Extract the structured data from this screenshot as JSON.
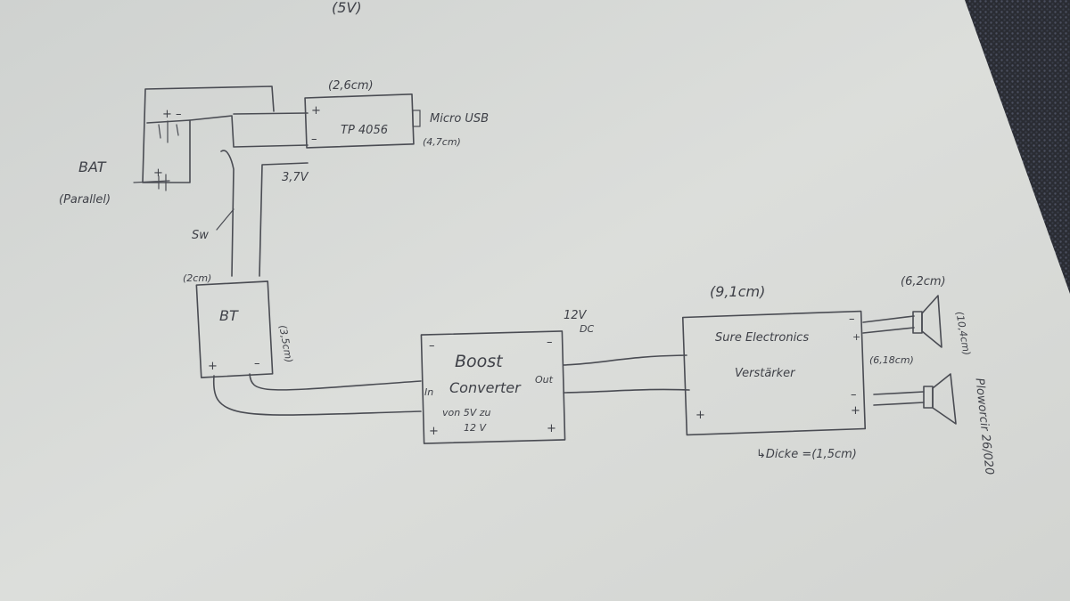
{
  "labels": {
    "top_cut": "(5V)",
    "tp_size": "(2,6cm)",
    "tp_plus": "+",
    "tp_minus": "–",
    "tp_name": "TP 4056",
    "usb_line1": "Micro USB",
    "usb_line2": "(4,7cm)",
    "v37": "3,7V",
    "bat_plusminus": "+ –",
    "bat_small_minus": "–",
    "bat_small_plus": "+",
    "bat_name": "BAT",
    "bat_sub": "(Parallel)",
    "sw": "Sw",
    "bt_size": "(2cm)",
    "bt_name": "BT",
    "bt_side": "(3,5cm)",
    "bt_plus": "+",
    "bt_minus": "–",
    "v12": "12V",
    "dc": "DC",
    "boost_title": "Boost",
    "boost_name": "Converter",
    "boost_in": "In",
    "boost_out": "Out",
    "boost_spec1": "von 5V zu",
    "boost_spec2": "12 V",
    "boost_plus_l": "+",
    "boost_plus_r": "+",
    "boost_minus_l": "–",
    "boost_minus_r": "–",
    "amp_size": "(9,1cm)",
    "amp_name1": "Sure Electronics",
    "amp_name2": "Verstärker",
    "amp_plus": "+",
    "amp_minus_tr": "–",
    "amp_plus_tr": "+",
    "amp_minus_br": "–",
    "amp_plus_br": "+",
    "amp_depth": "↳Dicke =(1,5cm)",
    "spk_size": "(6,2cm)",
    "spk_depth": "(10,4cm)",
    "amp_right": "(6,18cm)",
    "side_note": "Ploworcir 26/020"
  },
  "colors": {
    "paper": "#d9dbd8",
    "ink": "#4a4c53",
    "fabric": "#2a2c33"
  }
}
